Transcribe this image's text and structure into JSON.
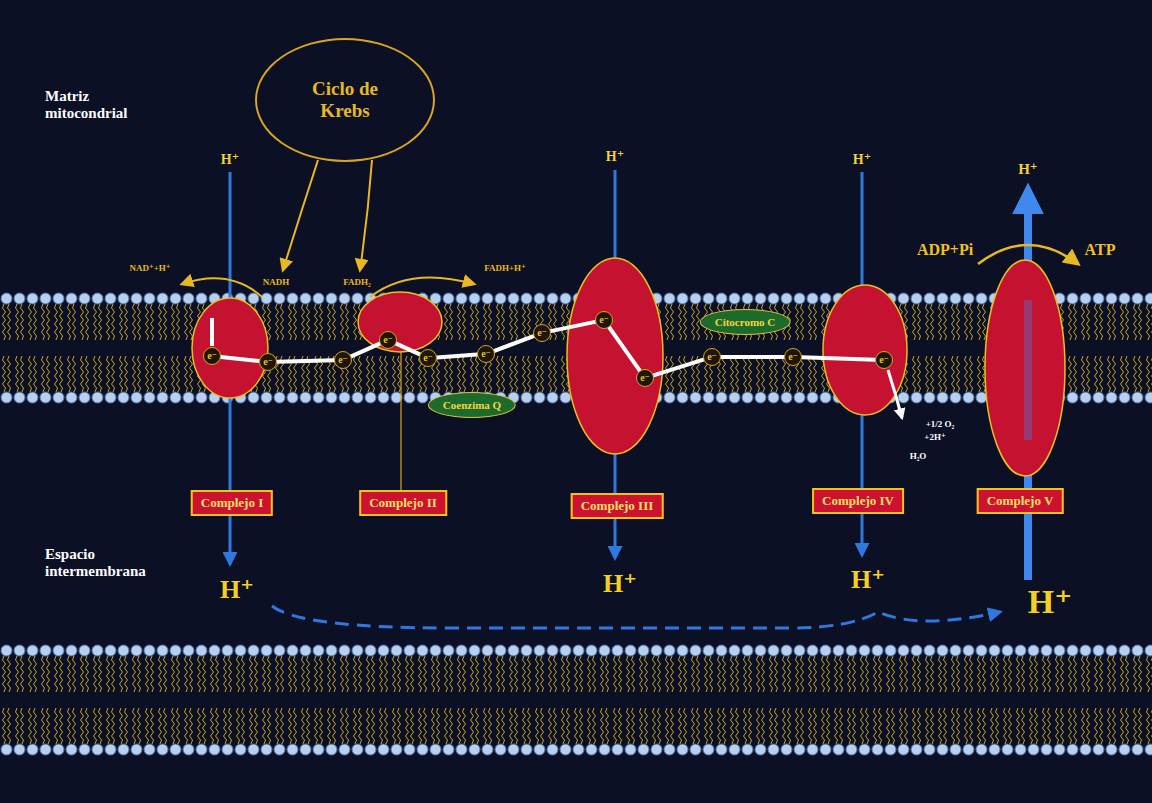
{
  "diagram": {
    "nodes": [
      {
        "text": [
          "Ciclo de Krebs"
        ]
      },
      {
        "text": [
          "e⁻"
        ]
      },
      {
        "text": [
          "e⁻"
        ]
      },
      {
        "text": [
          "e⁻"
        ]
      },
      {
        "text": [
          "e⁻"
        ]
      },
      {
        "text": [
          "e⁻"
        ]
      },
      {
        "text": [
          "e⁻"
        ]
      },
      {
        "text": [
          "e⁻"
        ]
      },
      {
        "text": [
          "e⁻"
        ]
      },
      {
        "text": [
          "e⁻"
        ]
      },
      {
        "text": [
          "e⁻"
        ]
      },
      {
        "text": [
          "e⁻"
        ]
      },
      {
        "text": [
          "e⁻"
        ]
      },
      {
        "text": [
          "Coenzima Q"
        ]
      },
      {
        "text": [
          "Citocromo C"
        ]
      },
      {
        "text": [
          "Complejo I"
        ]
      },
      {
        "text": [
          "Complejo II"
        ]
      },
      {
        "text": [
          "Complejo III"
        ]
      },
      {
        "text": [
          "Complejo IV"
        ]
      },
      {
        "text": [
          "Complejo V"
        ]
      }
    ],
    "edges": [
      {
        "from": 1,
        "to": 2,
        "arrow": "none"
      },
      {
        "from": 2,
        "to": 3,
        "arrow": "none"
      },
      {
        "from": 3,
        "to": 4,
        "arrow": "none"
      },
      {
        "from": 4,
        "to": 5,
        "arrow": "none"
      },
      {
        "from": 5,
        "to": 6,
        "arrow": "none"
      },
      {
        "from": 6,
        "to": 7,
        "arrow": "none"
      },
      {
        "from": 7,
        "to": 8,
        "arrow": "none"
      },
      {
        "from": 8,
        "to": 9,
        "arrow": "none"
      },
      {
        "from": 9,
        "to": 10,
        "arrow": "none"
      },
      {
        "from": 10,
        "to": 11,
        "arrow": "none"
      },
      {
        "from": 11,
        "to": 12,
        "arrow": "none"
      }
    ],
    "labels": [
      "Matriz mitocondrial",
      "Espacio intermembrana",
      "H⁺",
      "H⁺",
      "H⁺",
      "H⁺",
      "H⁺",
      "H⁺",
      "H⁺",
      "H⁺",
      "NAD⁺+H⁺",
      "NADH",
      "FADH₂",
      "FADH+H⁺",
      "ADP+Pi",
      "ATP",
      "+1/2 O₂",
      "+2H⁺",
      "H₂O"
    ]
  }
}
